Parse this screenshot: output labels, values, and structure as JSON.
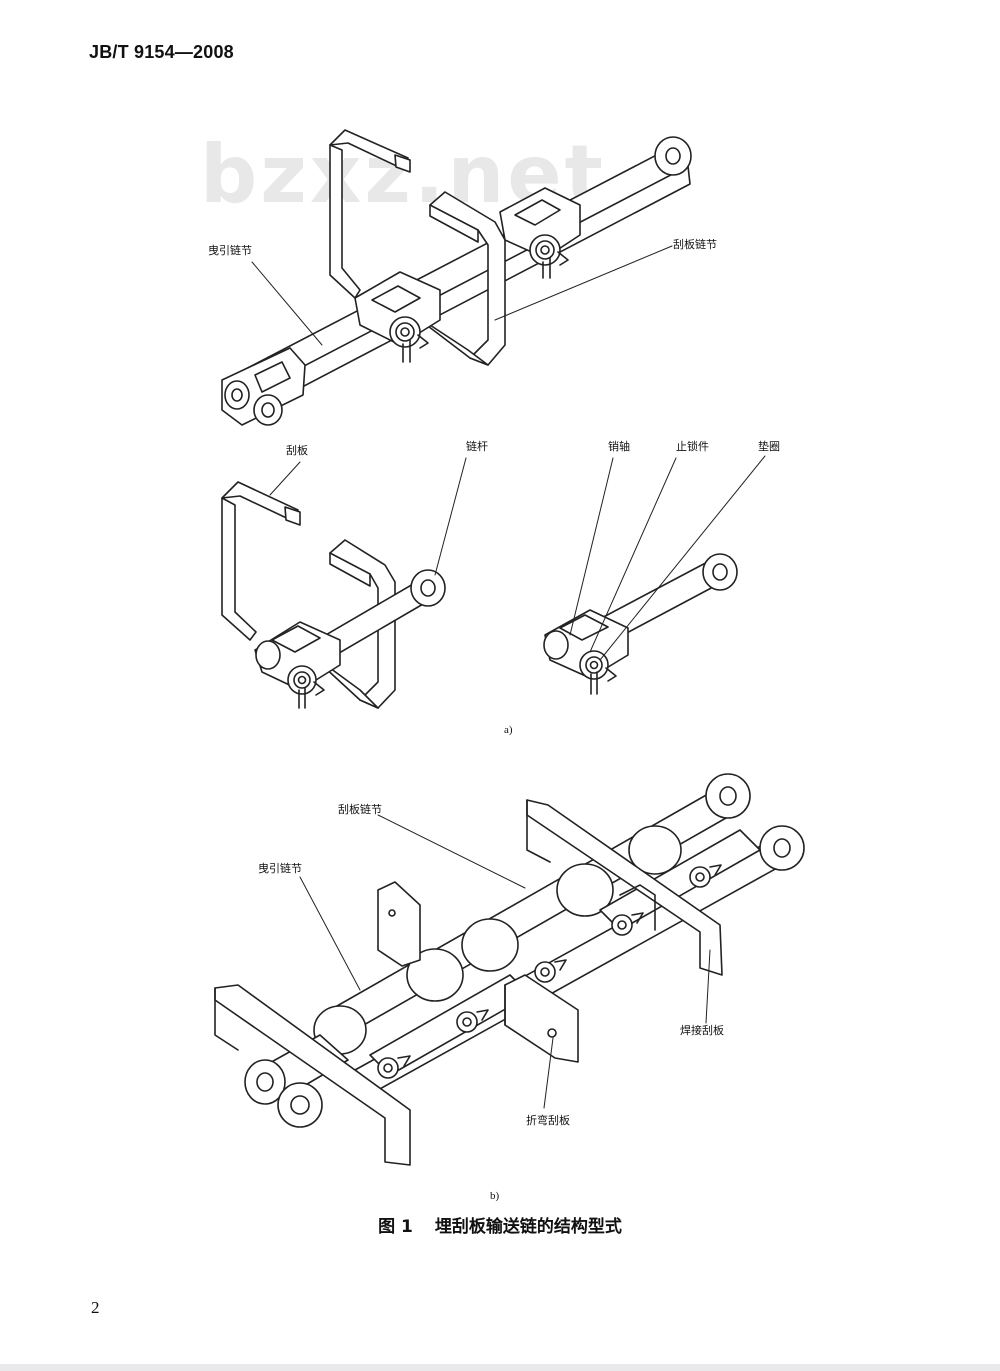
{
  "header": {
    "standard_code": "JB/T 9154—2008"
  },
  "watermark": {
    "text": "bzxz.net"
  },
  "figure_a": {
    "sublabel": "a)",
    "callouts": {
      "traction_link": "曳引链节",
      "scraper_link": "刮板链节",
      "scraper": "刮板",
      "chain_bar": "链杆",
      "pin": "销轴",
      "lock": "止锁件",
      "washer": "垫圈"
    }
  },
  "figure_b": {
    "sublabel": "b)",
    "callouts": {
      "scraper_link": "刮板链节",
      "traction_link": "曳引链节",
      "welded_scraper": "焊接刮板",
      "bent_scraper": "折弯刮板"
    }
  },
  "caption": {
    "number": "图 1",
    "title": "埋刮板输送链的结构型式"
  },
  "footer": {
    "page_number": "2"
  }
}
